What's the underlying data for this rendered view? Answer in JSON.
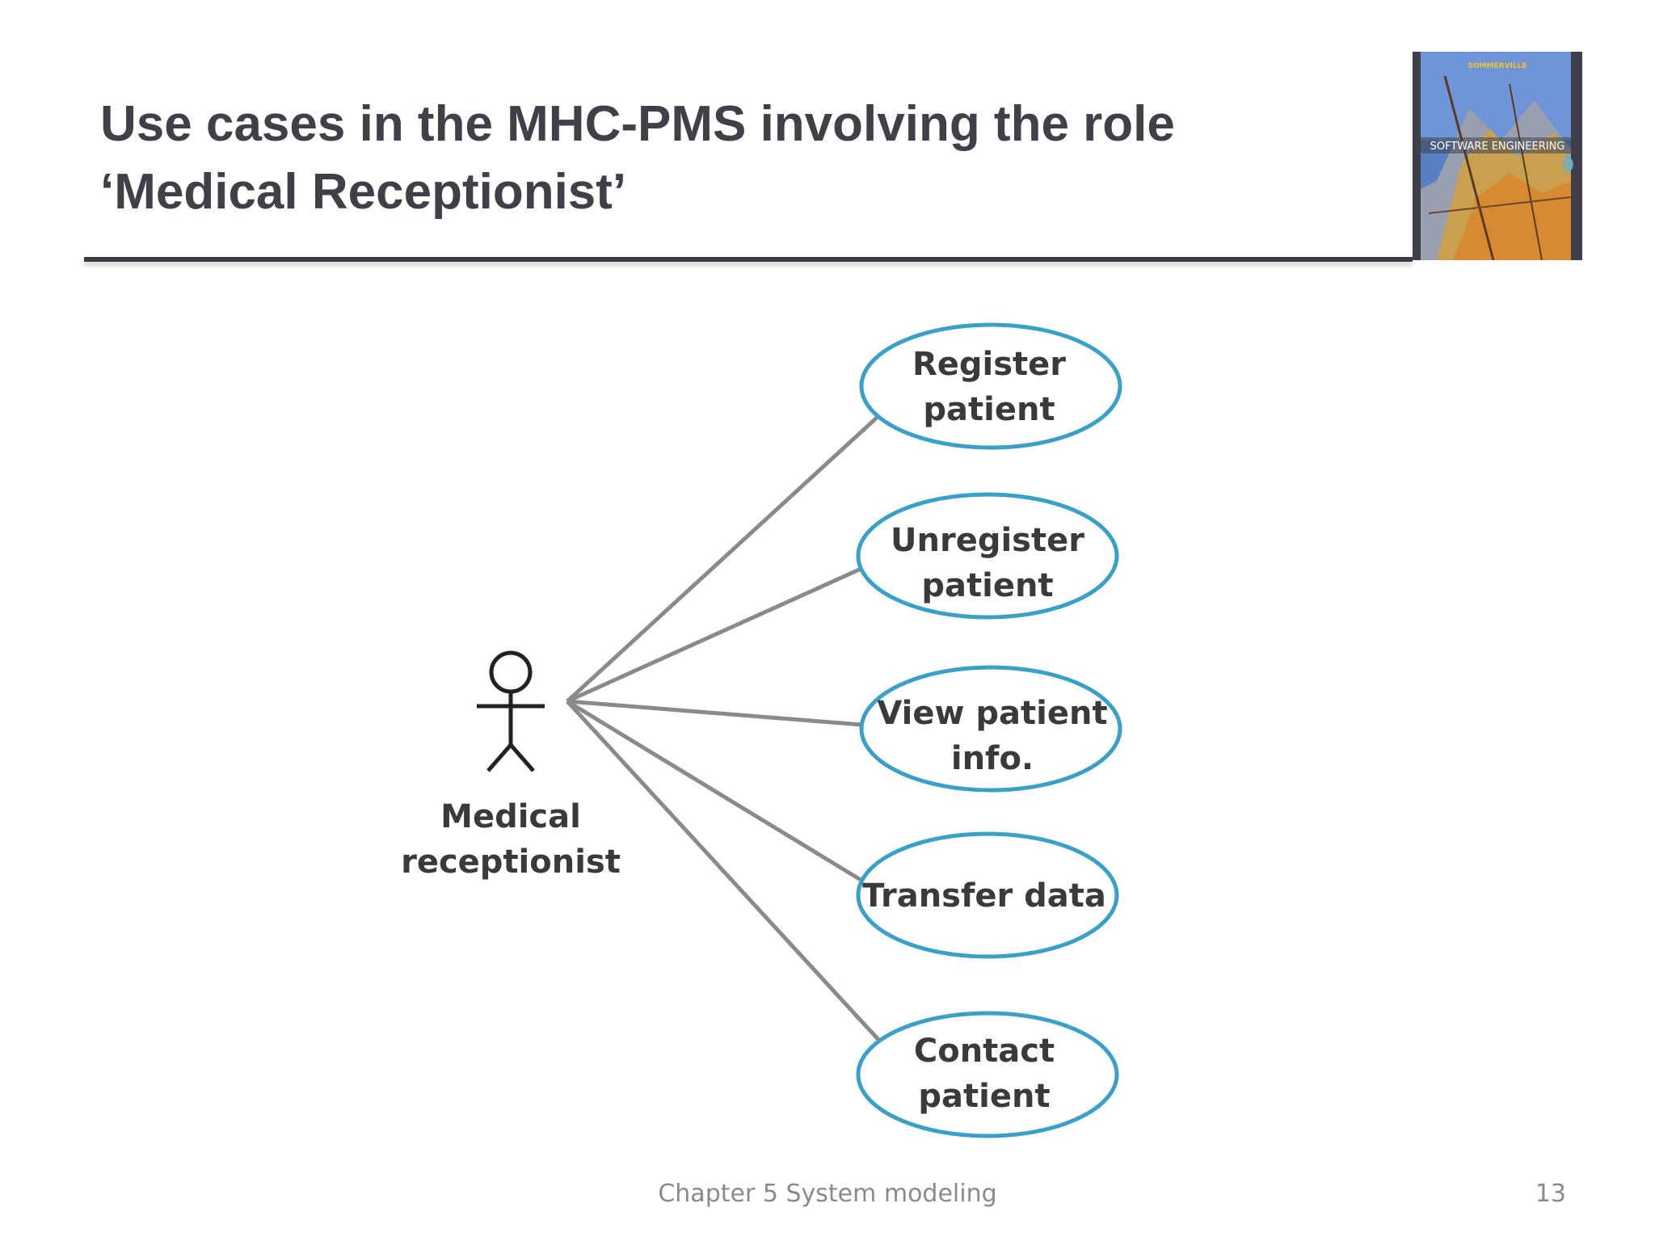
{
  "slide": {
    "title_line1": "Use cases in the MHC-PMS involving the role",
    "title_line2": "‘Medical Receptionist’"
  },
  "book_cover": {
    "author": "SOMMERVILLE",
    "title": "SOFTWARE ENGINEERING",
    "edition": "9"
  },
  "diagram": {
    "actor": {
      "label_line1": "Medical",
      "label_line2": "receptionist"
    },
    "use_cases": [
      {
        "line1": "Register",
        "line2": "patient"
      },
      {
        "line1": "Unregister",
        "line2": "patient"
      },
      {
        "line1": "View patient",
        "line2": "info."
      },
      {
        "line1": "Transfer data",
        "line2": ""
      },
      {
        "line1": "Contact",
        "line2": "patient"
      }
    ]
  },
  "footer": {
    "chapter": "Chapter 5 System modeling",
    "page": "13"
  },
  "colors": {
    "title": "#404048",
    "ellipse_border": "#3aa0c8",
    "connector": "#8a8a8a",
    "footer": "#8a8a8a"
  }
}
